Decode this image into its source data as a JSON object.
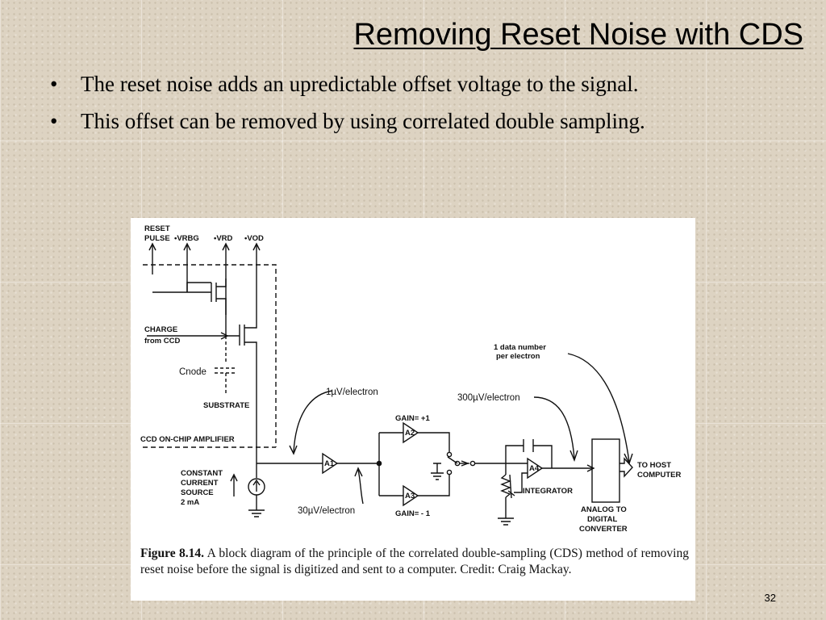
{
  "slide": {
    "title": "Removing Reset Noise with CDS",
    "bullets": [
      "The reset noise adds an upredictable offset voltage to the signal.",
      "This offset can be removed by using correlated double sampling."
    ],
    "page_number": "32"
  },
  "figure": {
    "labels": {
      "reset_pulse_1": "RESET",
      "reset_pulse_2": "PULSE",
      "v_rbg": "•VRBG",
      "v_rd": "•VRD",
      "v_od": "•VOD",
      "charge_1": "CHARGE",
      "charge_2": "from CCD",
      "c_node": "Cnode",
      "substrate": "SUBSTRATE",
      "on_chip_amp": "CCD ON-CHIP AMPLIFIER",
      "current_1": "CONSTANT",
      "current_2": "CURRENT",
      "current_3": "SOURCE",
      "current_4": "2 mA",
      "gain_1uv": "1µV/electron",
      "gain_30uv": "30µV/electron",
      "gain_300uv": "300µV/electron",
      "gain_plus": "GAIN= +1",
      "gain_minus": "GAIN= - 1",
      "integrator": "INTEGRATOR",
      "dn_1": "1 data number",
      "dn_2": "per electron",
      "adc_1": "ANALOG TO",
      "adc_2": "DIGITAL",
      "adc_3": "CONVERTER",
      "host_1": "TO HOST",
      "host_2": "COMPUTER",
      "a1": "A1",
      "a2": "A2",
      "a3": "A3",
      "a4": "A4"
    },
    "caption_label": "Figure 8.14.",
    "caption_text": "A block diagram of the principle of the correlated double-sampling (CDS) method of removing reset noise before the signal is digitized and sent to a computer. Credit: Craig Mackay."
  }
}
